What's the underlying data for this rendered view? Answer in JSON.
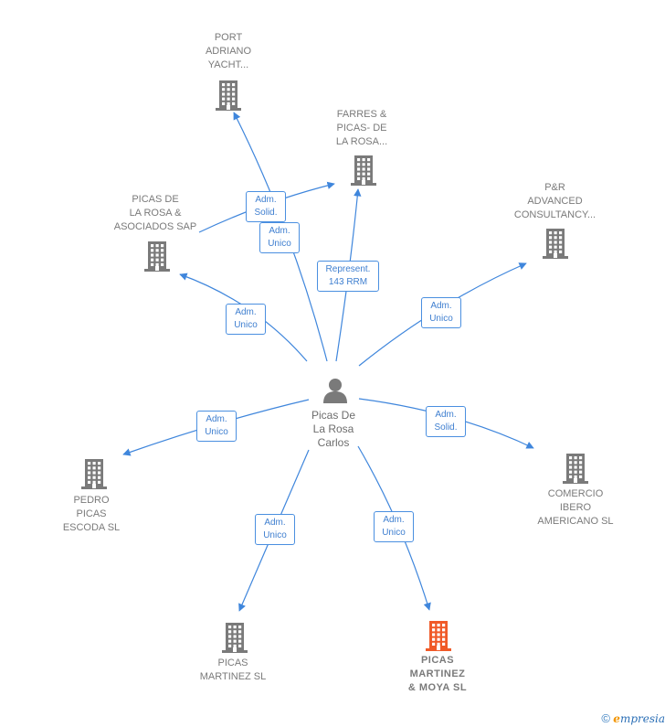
{
  "center": {
    "name_lines": [
      "Picas De",
      "La Rosa",
      "Carlos"
    ],
    "icon": "person-icon"
  },
  "companies": [
    {
      "key": "port-adriano",
      "lines": [
        "PORT",
        "ADRIANO",
        "YACHT..."
      ],
      "highlight": false
    },
    {
      "key": "farres-picas",
      "lines": [
        "FARRES &",
        "PICAS- DE",
        "LA ROSA..."
      ],
      "highlight": false
    },
    {
      "key": "picas-asociados",
      "lines": [
        "PICAS DE",
        "LA ROSA &",
        "ASOCIADOS SAP"
      ],
      "highlight": false
    },
    {
      "key": "pr-advanced",
      "lines": [
        "P&R",
        "ADVANCED",
        "CONSULTANCY..."
      ],
      "highlight": false
    },
    {
      "key": "pedro-picas",
      "lines": [
        "PEDRO",
        "PICAS",
        "ESCODA  SL"
      ],
      "highlight": false
    },
    {
      "key": "comercio-ibero",
      "lines": [
        "COMERCIO",
        "IBERO",
        "AMERICANO SL"
      ],
      "highlight": false
    },
    {
      "key": "picas-martinez",
      "lines": [
        "PICAS",
        "MARTINEZ  SL"
      ],
      "highlight": false
    },
    {
      "key": "picas-martinez-moya",
      "lines": [
        "PICAS",
        "MARTINEZ",
        "& MOYA  SL"
      ],
      "highlight": true
    }
  ],
  "relations": [
    {
      "key": "rel-port-adriano",
      "lines": [
        "Adm.",
        "Unico"
      ]
    },
    {
      "key": "rel-farres-picas",
      "lines": [
        "Represent.",
        "143 RRM"
      ]
    },
    {
      "key": "rel-farres-solid",
      "lines": [
        "Adm.",
        "Solid."
      ]
    },
    {
      "key": "rel-picas-asociados",
      "lines": [
        "Adm.",
        "Unico"
      ]
    },
    {
      "key": "rel-pr-advanced",
      "lines": [
        "Adm.",
        "Unico"
      ]
    },
    {
      "key": "rel-pedro-picas",
      "lines": [
        "Adm.",
        "Unico"
      ]
    },
    {
      "key": "rel-comercio-ibero",
      "lines": [
        "Adm.",
        "Solid."
      ]
    },
    {
      "key": "rel-picas-martinez",
      "lines": [
        "Adm.",
        "Unico"
      ]
    },
    {
      "key": "rel-picas-martinez-moya",
      "lines": [
        "Adm.",
        "Unico"
      ]
    }
  ],
  "colors": {
    "edge": "#3f86dc",
    "building": "#7a7a7a",
    "building_highlight": "#f05a28",
    "person": "#7a7a7a"
  },
  "footer": {
    "copyright": "©",
    "brand_e": "e",
    "brand_rest": "mpresia"
  }
}
